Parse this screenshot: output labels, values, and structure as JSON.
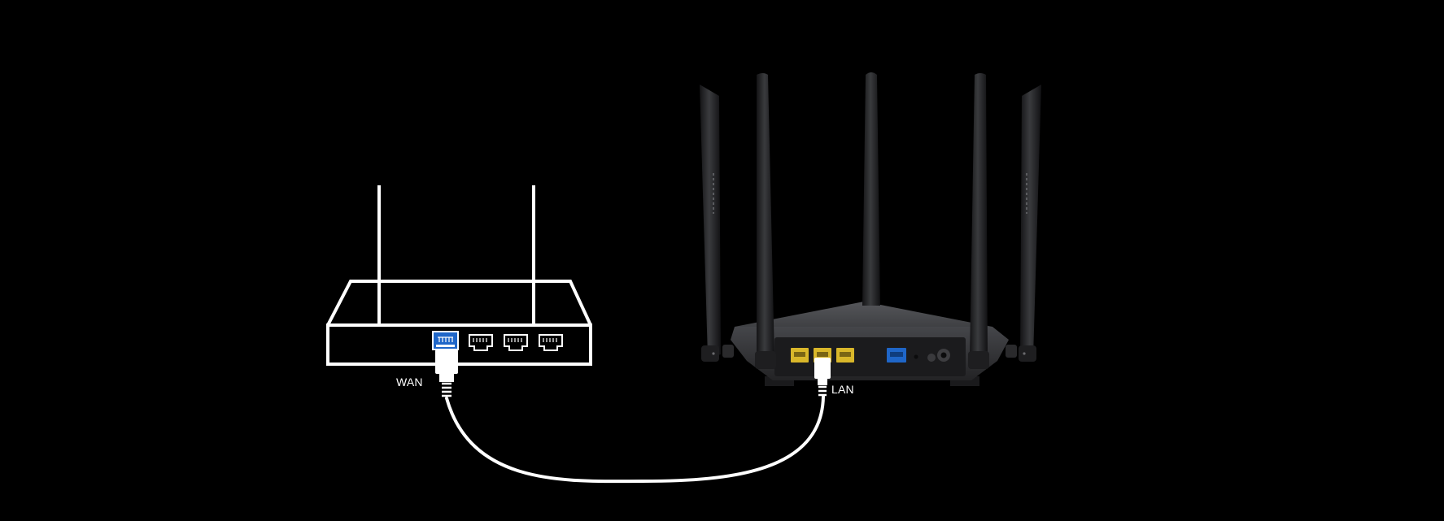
{
  "labels": {
    "wan": "WAN",
    "lan": "LAN"
  },
  "colors": {
    "background": "#000000",
    "line_art": "#ffffff",
    "wan_port": "#1f66c8",
    "lan_ports": "#d9b72a",
    "router_body": "#2c2c2e",
    "antenna": "#1c1c1e"
  },
  "devices": {
    "left": {
      "kind": "router-outline",
      "ports": [
        "wan",
        "lan",
        "lan",
        "lan"
      ],
      "antennas": 2
    },
    "right": {
      "kind": "router-back",
      "antennas": 5,
      "lan_ports": 3,
      "wan_ports": 1
    }
  },
  "connection": {
    "from": "wan",
    "to": "lan",
    "cable": "ethernet"
  }
}
